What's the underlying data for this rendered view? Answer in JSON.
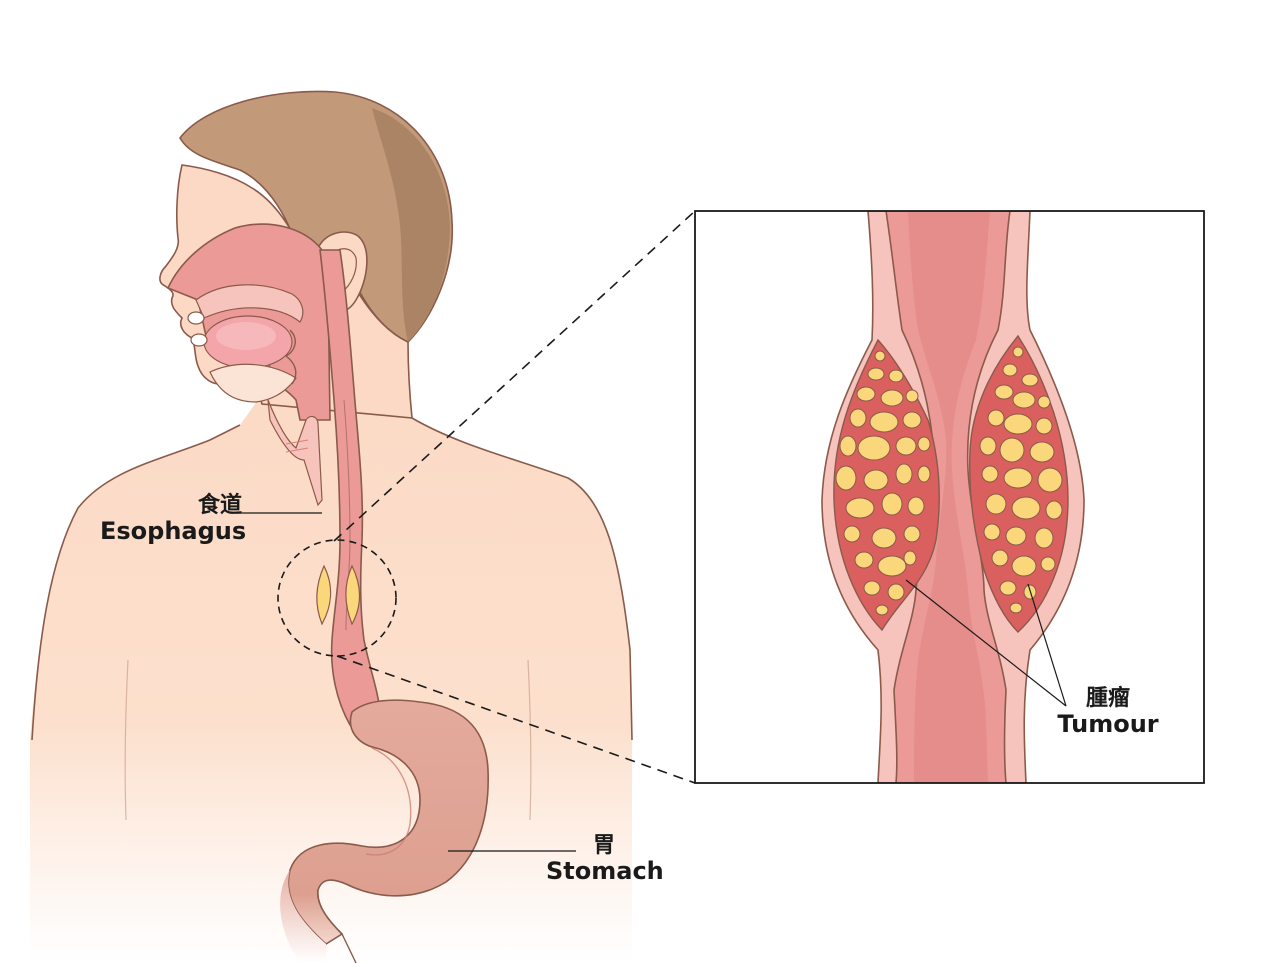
{
  "labels": {
    "esophagus": {
      "zh": "食道",
      "en": "Esophagus"
    },
    "stomach": {
      "zh": "胃",
      "en": "Stomach"
    },
    "tumour": {
      "zh": "腫瘤",
      "en": "Tumour"
    }
  },
  "colors": {
    "skin": "#fbd9c4",
    "skin_outline": "#8a5a4a",
    "hair": "#c29a7a",
    "hair_shadow": "#a98263",
    "tissue": "#eb9a98",
    "tissue_dark": "#e0837f",
    "mucosa": "#f7c3bd",
    "stomach": "#dea093",
    "tumour_bed": "#d9605f",
    "tumour_cell": "#f9d77a",
    "line": "#1a1a1a"
  }
}
